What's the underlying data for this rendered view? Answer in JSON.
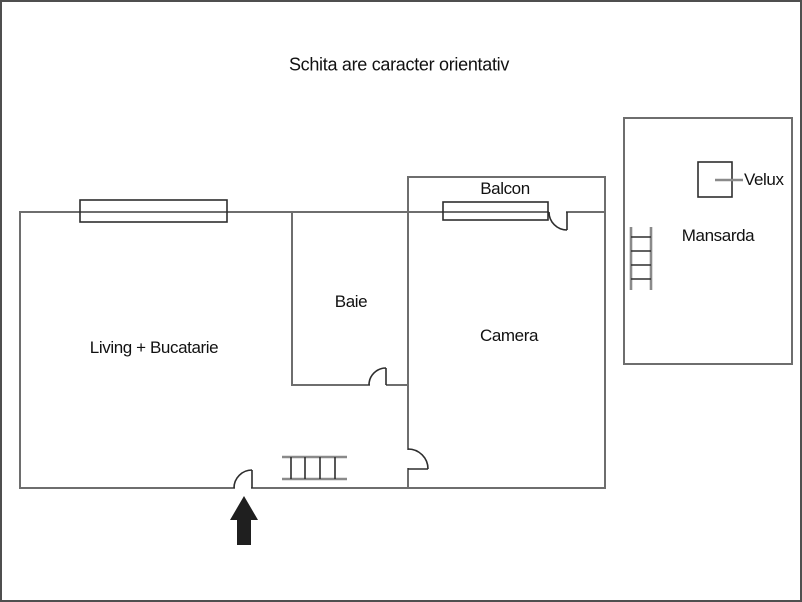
{
  "title": "Schita are caracter orientativ",
  "rooms": {
    "living": "Living + Bucatarie",
    "baie": "Baie",
    "camera": "Camera",
    "balcon": "Balcon",
    "mansarda": "Mansarda"
  },
  "annotations": {
    "velux": "Velux"
  },
  "colors": {
    "wall": "#6e6e6e",
    "detail": "#2e2e2e",
    "ladder_rail": "#8a8a8a",
    "arrow": "#1f1f1f",
    "text": "#111111",
    "frame": "#4f4f4f",
    "background": "#ffffff"
  }
}
